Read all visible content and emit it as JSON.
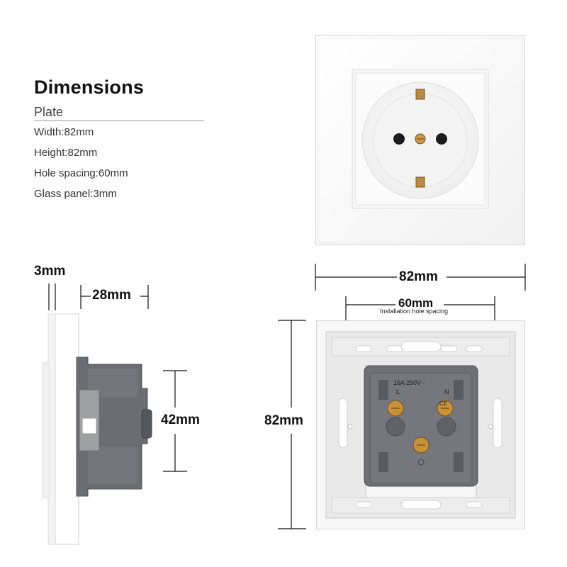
{
  "heading": {
    "title": "Dimensions",
    "subtitle": "Plate"
  },
  "specs": [
    "Width:82mm",
    "Height:82mm",
    "Hole spacing:60mm",
    "Glass panel:3mm"
  ],
  "side_view": {
    "glass_thickness": "3mm",
    "depth": "28mm",
    "body_height": "42mm"
  },
  "rear_view": {
    "width": "82mm",
    "hole_spacing": "60mm",
    "hole_spacing_note": "Installation hole spacing",
    "height": "82mm",
    "rating_text": "16A 250V~",
    "terminal_left": "L",
    "terminal_right": "N",
    "ce_mark": "CE"
  },
  "colors": {
    "plate": "#f7f7f7",
    "frame": "#e9e9e9",
    "body": "#6d6f75",
    "terminal": "#c8913c"
  }
}
